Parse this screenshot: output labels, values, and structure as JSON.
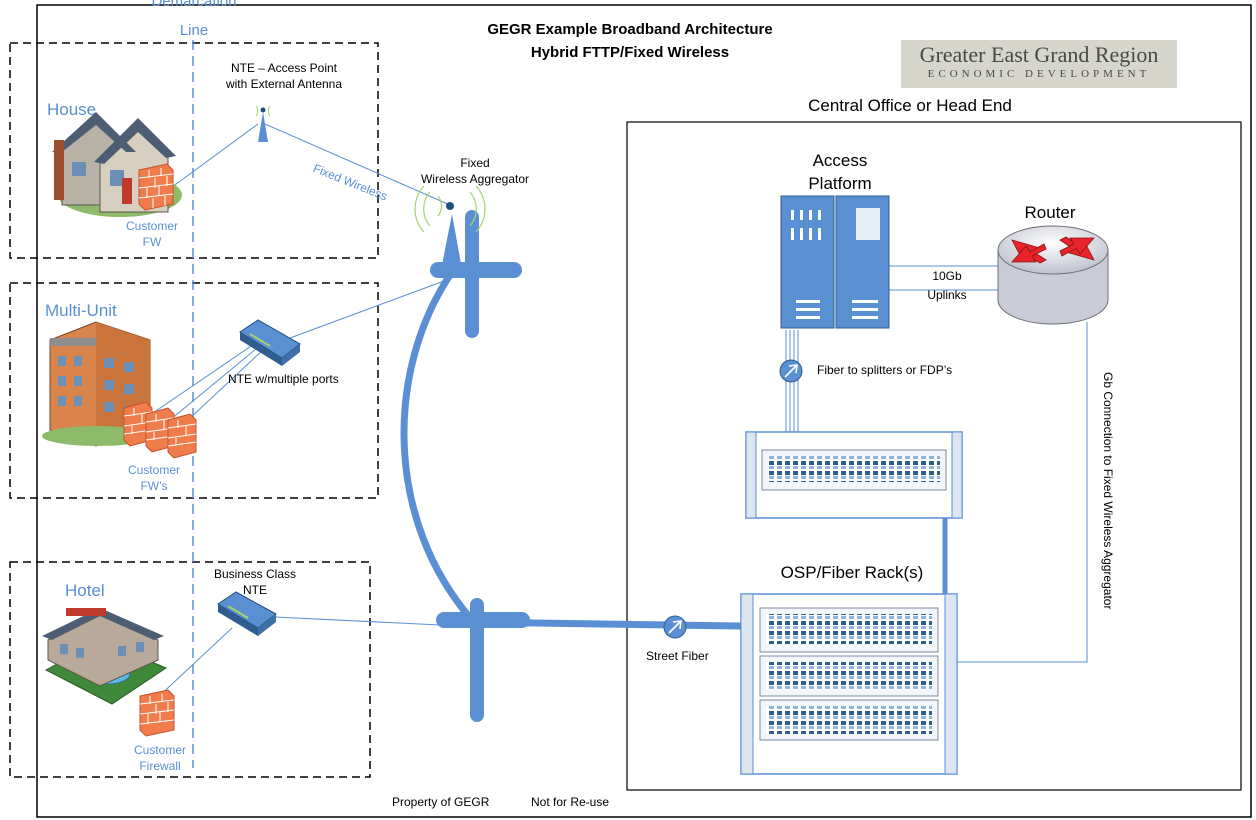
{
  "header": {
    "title_line1": "GEGR Example Broadband Architecture",
    "title_line2": "Hybrid FTTP/Fixed Wireless"
  },
  "logo": {
    "line1": "Greater East Grand Region",
    "line2": "ECONOMIC DEVELOPMENT"
  },
  "demarcation": {
    "line1": "Demarcation",
    "line2": "Line"
  },
  "customers": {
    "house": {
      "label": "House",
      "fw_line1": "Customer",
      "fw_line2": "FW"
    },
    "multi_unit": {
      "label": "Multi-Unit",
      "fw_line1": "Customer",
      "fw_line2": "FW’s"
    },
    "hotel": {
      "label": "Hotel",
      "fw_line1": "Customer",
      "fw_line2": "Firewall"
    }
  },
  "devices": {
    "nte_ap_line1": "NTE – Access Point",
    "nte_ap_line2": "with External Antenna",
    "nte_multi": "NTE w/multiple ports",
    "business_nte_line1": "Business Class",
    "business_nte_line2": "NTE",
    "fixed_wireless": "Fixed Wireless",
    "aggregator_line1": "Fixed",
    "aggregator_line2": "Wireless Aggregator",
    "street_fiber": "Street Fiber"
  },
  "central_office": {
    "title": "Central Office or Head End",
    "access_line1": "Access",
    "access_line2": "Platform",
    "router": "Router",
    "uplink_line1": "10Gb",
    "uplink_line2": "Uplinks",
    "fiber_splitters": "Fiber to splitters or FDP’s",
    "osp_rack": "OSP/Fiber Rack(s)",
    "gb_connection": "Gb Connection to Fixed Wireless Aggregator"
  },
  "footer": {
    "property": "Property of GEGR",
    "reuse": "Not for Re-use"
  },
  "colors": {
    "pipe": "#5b8fd4",
    "label_blue": "#5b8fd4",
    "equipment_blue": "#5b8fd4",
    "firewall": "#f07c4c",
    "router_arrow": "#e8242a"
  }
}
